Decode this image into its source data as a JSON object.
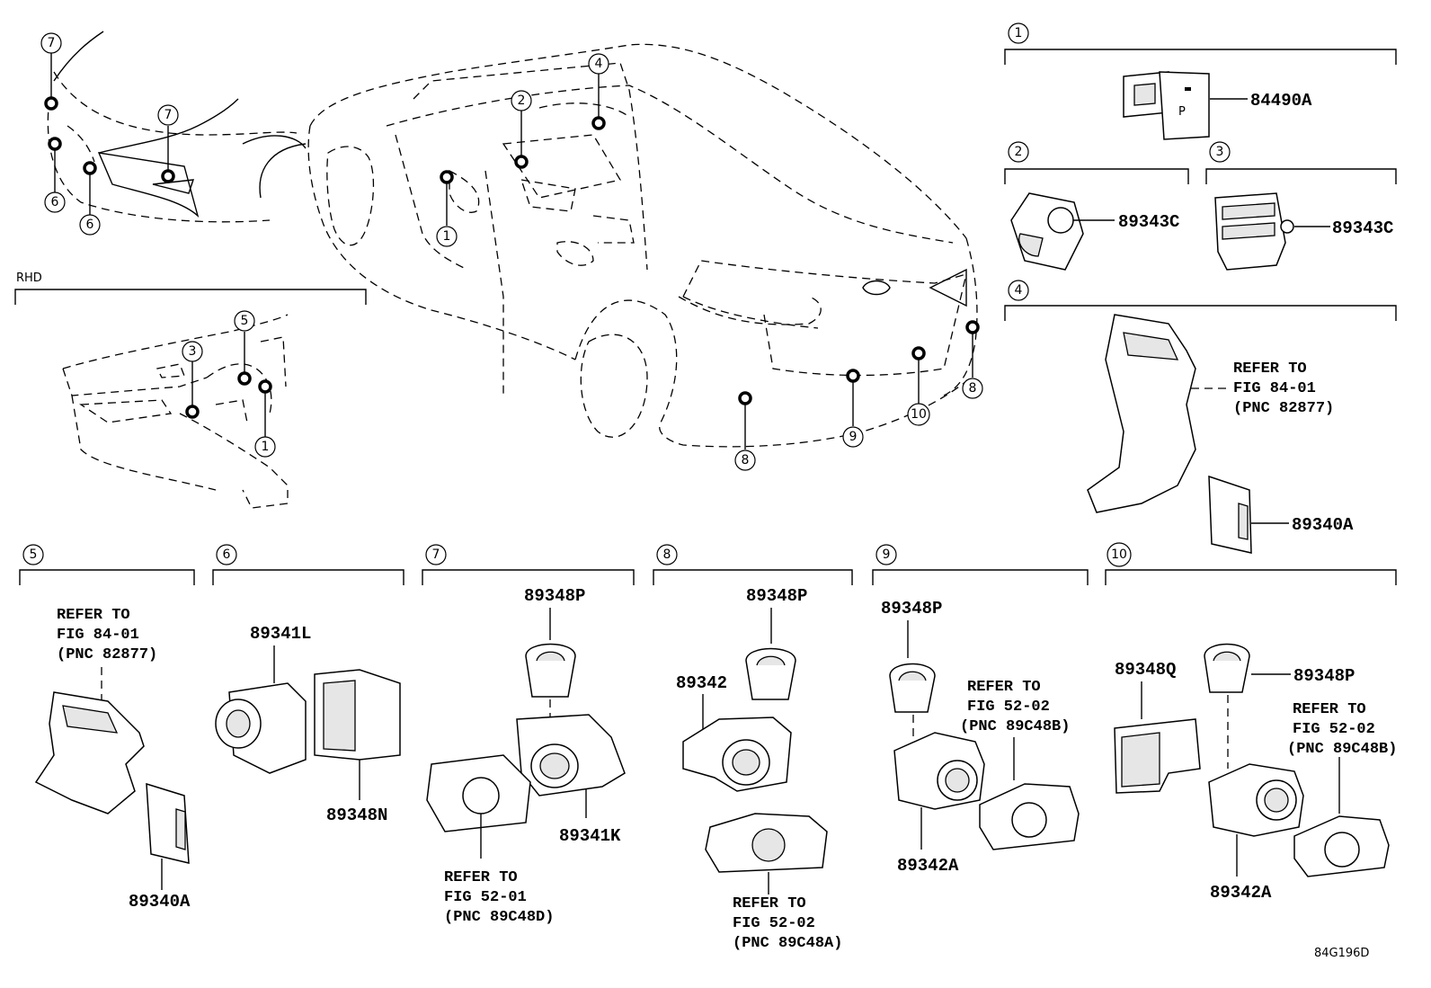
{
  "rhd_label": "RHD",
  "figure_code": "84G196D",
  "callouts": {
    "c1": "1",
    "c2": "2",
    "c3": "3",
    "c4": "4",
    "c5": "5",
    "c6": "6",
    "c7": "7",
    "c8": "8",
    "c9": "9",
    "c10": "10"
  },
  "parts": {
    "p84490A": "84490A",
    "p89343C_a": "89343C",
    "p89343C_b": "89343C",
    "p89340A_a": "89340A",
    "p89340A_b": "89340A",
    "p89341L": "89341L",
    "p89348N": "89348N",
    "p89348P_7": "89348P",
    "p89341K": "89341K",
    "p89348P_8": "89348P",
    "p89342": "89342",
    "p89348P_9": "89348P",
    "p89342A_9": "89342A",
    "p89348Q": "89348Q",
    "p89348P_10": "89348P",
    "p89342A_10": "89342A"
  },
  "notes": {
    "n4": [
      "REFER TO",
      "FIG 84-01",
      "(PNC 82877)"
    ],
    "n5": [
      "REFER TO",
      "FIG 84-01",
      "(PNC 82877)"
    ],
    "n7": [
      "REFER TO",
      "FIG 52-01",
      "(PNC 89C48D)"
    ],
    "n8": [
      "REFER TO",
      "FIG 52-02",
      "(PNC 89C48A)"
    ],
    "n9": [
      "REFER TO",
      "FIG 52-02",
      "(PNC 89C48B)"
    ],
    "n10": [
      "REFER TO",
      "FIG 52-02",
      "(PNC 89C48B)"
    ]
  }
}
